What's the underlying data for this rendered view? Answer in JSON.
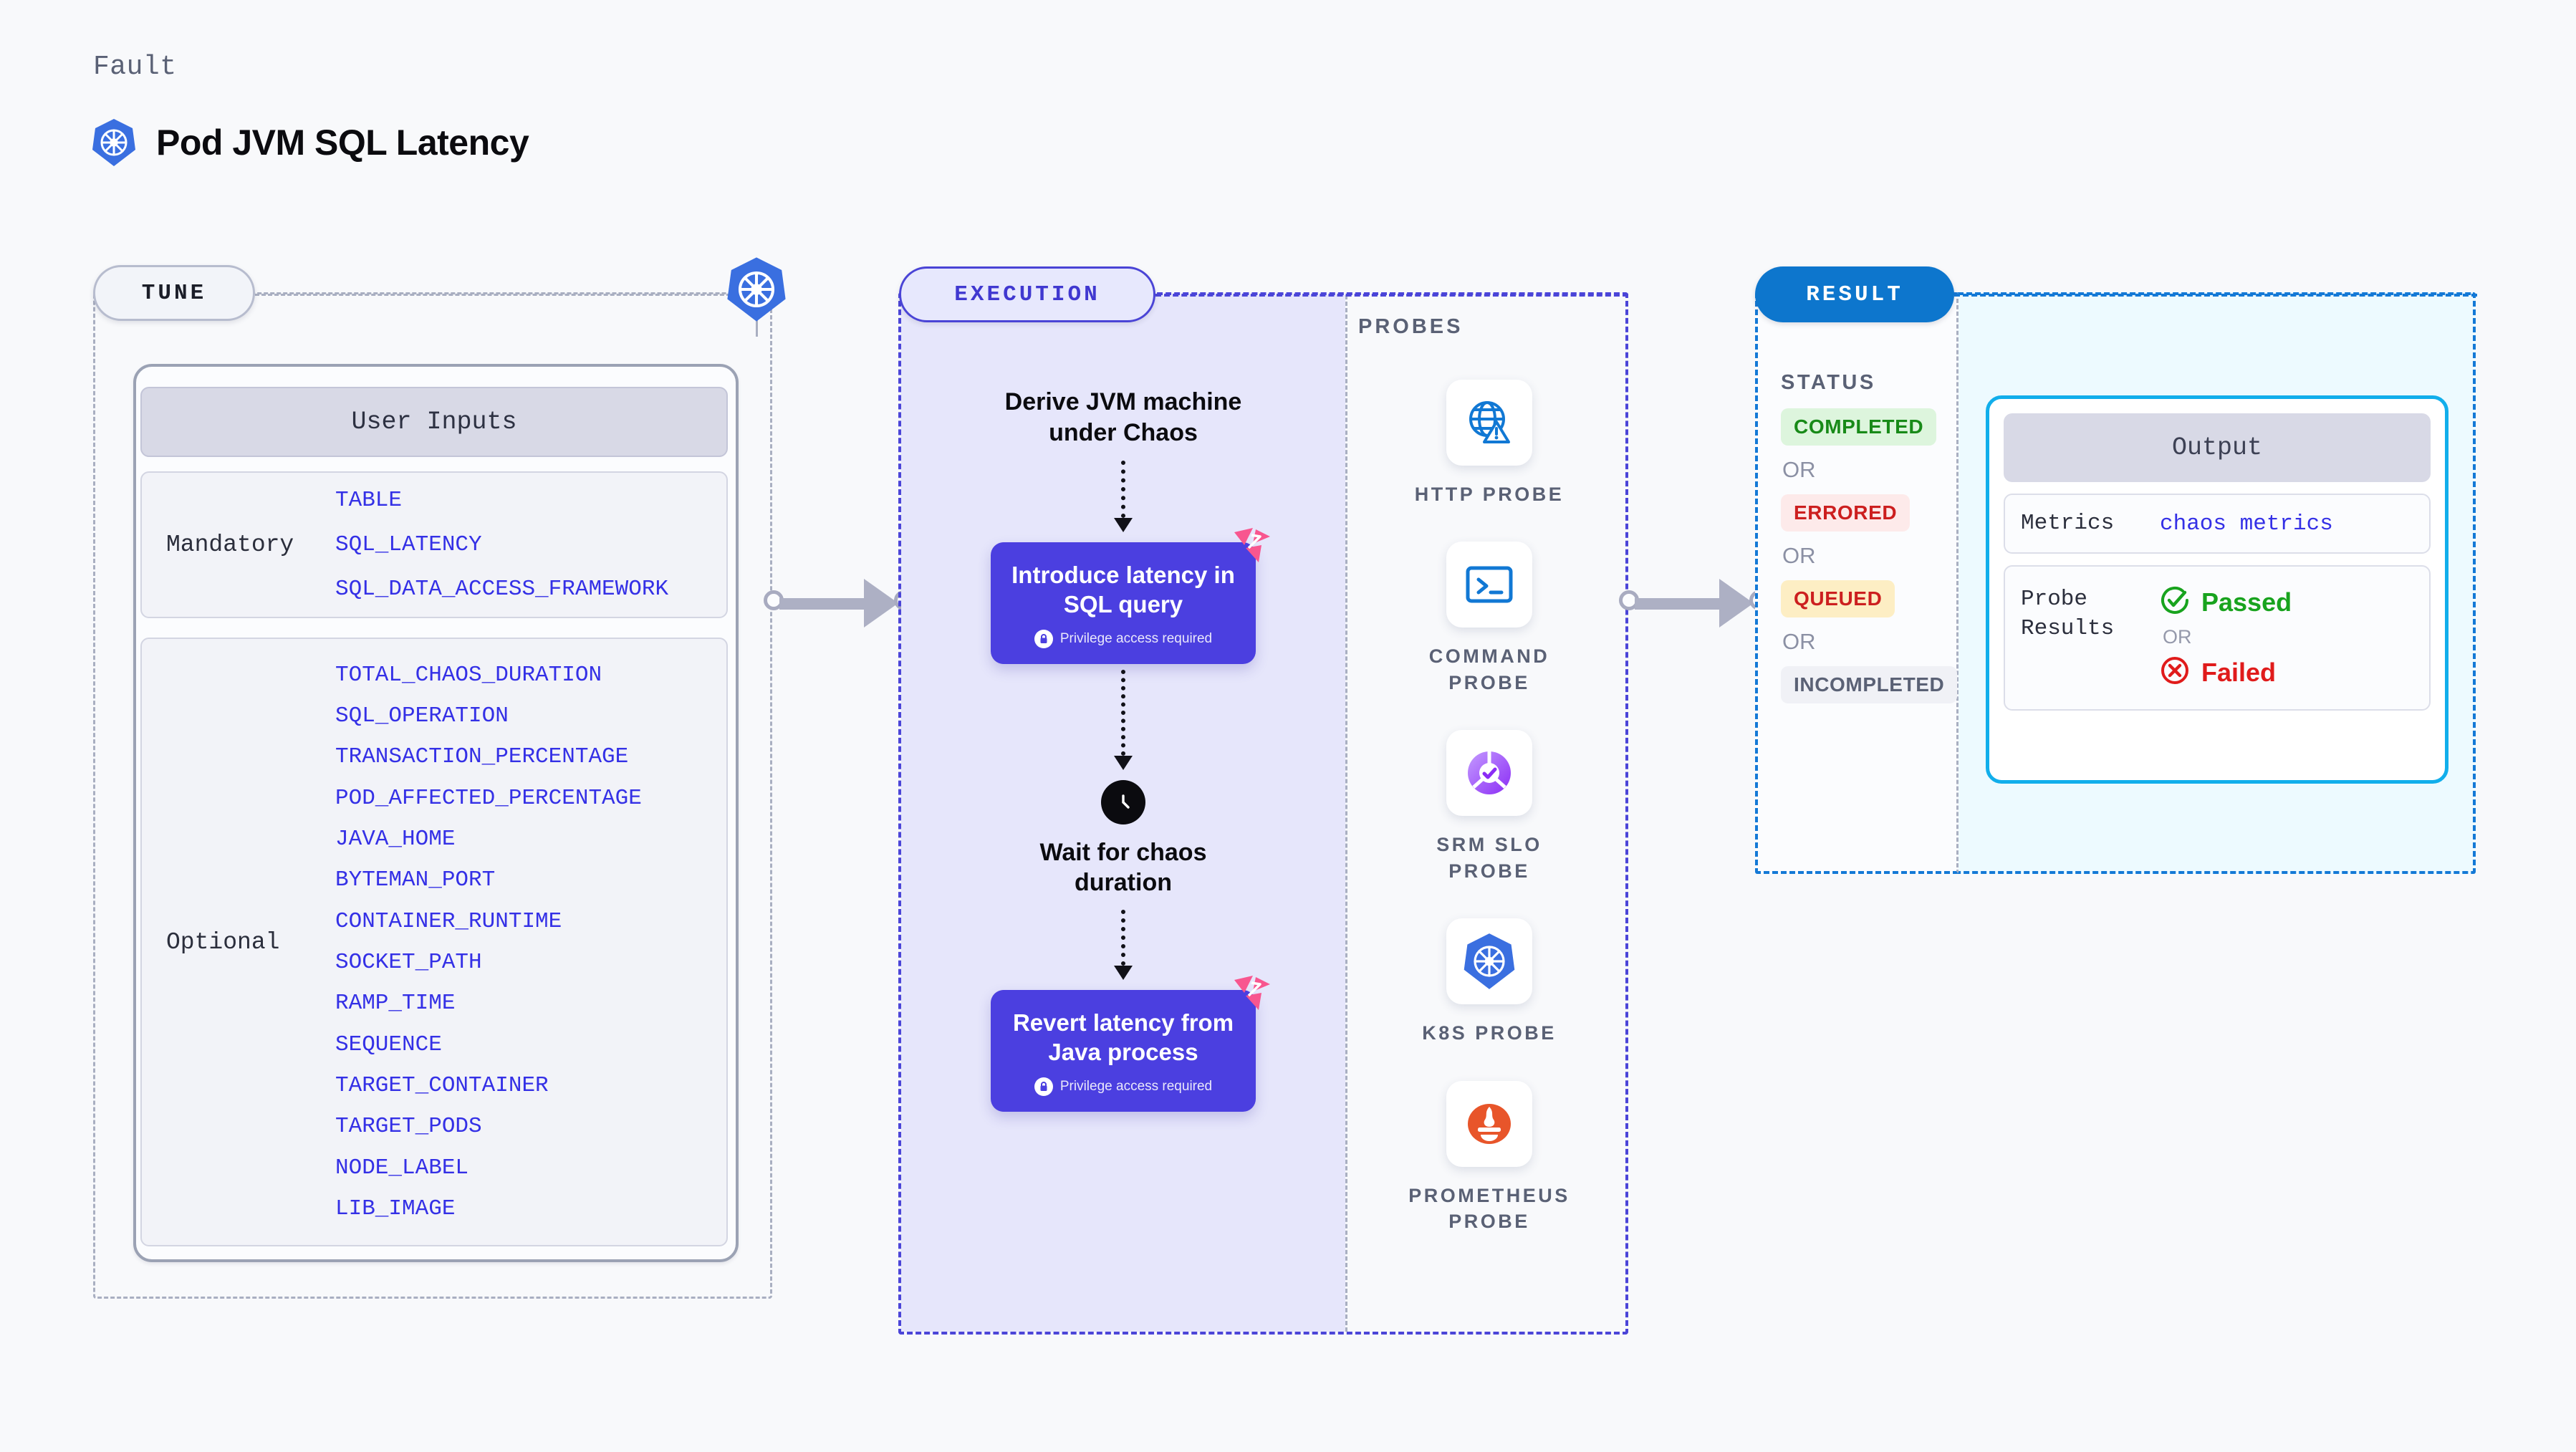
{
  "header": {
    "eyebrow": "Fault",
    "title": "Pod JVM SQL Latency",
    "icon": "kubernetes-icon"
  },
  "sections": {
    "tune": {
      "pill": "TUNE",
      "marker_icon": "kubernetes-icon"
    },
    "execution": {
      "pill": "EXECUTION"
    },
    "probes": {
      "label": "PROBES"
    },
    "result": {
      "pill": "RESULT"
    }
  },
  "tune": {
    "card_header": "User Inputs",
    "groups": [
      {
        "label": "Mandatory",
        "params": [
          "TABLE",
          "SQL_LATENCY",
          "SQL_DATA_ACCESS_FRAMEWORK"
        ]
      },
      {
        "label": "Optional",
        "params": [
          "TOTAL_CHAOS_DURATION",
          "SQL_OPERATION",
          "TRANSACTION_PERCENTAGE",
          "POD_AFFECTED_PERCENTAGE",
          "JAVA_HOME",
          "BYTEMAN_PORT",
          "CONTAINER_RUNTIME",
          "SOCKET_PATH",
          "RAMP_TIME",
          "SEQUENCE",
          "TARGET_CONTAINER",
          "TARGET_PODS",
          "NODE_LABEL",
          "LIB_IMAGE"
        ]
      }
    ]
  },
  "execution": {
    "steps": [
      {
        "type": "text",
        "label": "Derive JVM machine\nunder Chaos"
      },
      {
        "type": "box",
        "label": "Introduce latency in\nSQL query",
        "note": "Privilege access required",
        "note_icon": "lock-icon",
        "badge_icon": "litmus-chaos-icon"
      },
      {
        "type": "clock",
        "label": "Wait for chaos\nduration",
        "icon": "clock-icon"
      },
      {
        "type": "box",
        "label": "Revert latency from\nJava process",
        "note": "Privilege access required",
        "note_icon": "lock-icon",
        "badge_icon": "litmus-chaos-icon"
      }
    ]
  },
  "probes": [
    {
      "label": "HTTP PROBE",
      "icon": "globe-warning-icon"
    },
    {
      "label": "COMMAND\nPROBE",
      "icon": "terminal-icon"
    },
    {
      "label": "SRM SLO\nPROBE",
      "icon": "srm-slo-icon"
    },
    {
      "label": "K8S PROBE",
      "icon": "kubernetes-icon"
    },
    {
      "label": "PROMETHEUS\nPROBE",
      "icon": "prometheus-icon"
    }
  ],
  "result": {
    "status_label": "STATUS",
    "or_label": "OR",
    "statuses": [
      {
        "text": "COMPLETED",
        "bg": "#ddf5dd",
        "fg": "#188a18"
      },
      {
        "text": "ERRORED",
        "bg": "#fdeaea",
        "fg": "#cc1f1f"
      },
      {
        "text": "QUEUED",
        "bg": "#fdeec4",
        "fg": "#cc1f1f"
      },
      {
        "text": "INCOMPLETED",
        "bg": "#f0f1f6",
        "fg": "#5a6175"
      }
    ],
    "output": {
      "header": "Output",
      "metrics_key": "Metrics",
      "metrics_value": "chaos metrics",
      "probe_results_key": "Probe\nResults",
      "passed": "Passed",
      "failed": "Failed",
      "or_label": "OR",
      "passed_icon": "check-circle-icon",
      "failed_icon": "x-circle-icon"
    }
  },
  "colors": {
    "accent_purple": "#4b3fe0",
    "accent_blue": "#0d76cd",
    "accent_cyan": "#11aeeb",
    "param_blue": "#3430e6",
    "litmus_pink": "#f8568f",
    "k8s_blue": "#3a6fe0"
  }
}
